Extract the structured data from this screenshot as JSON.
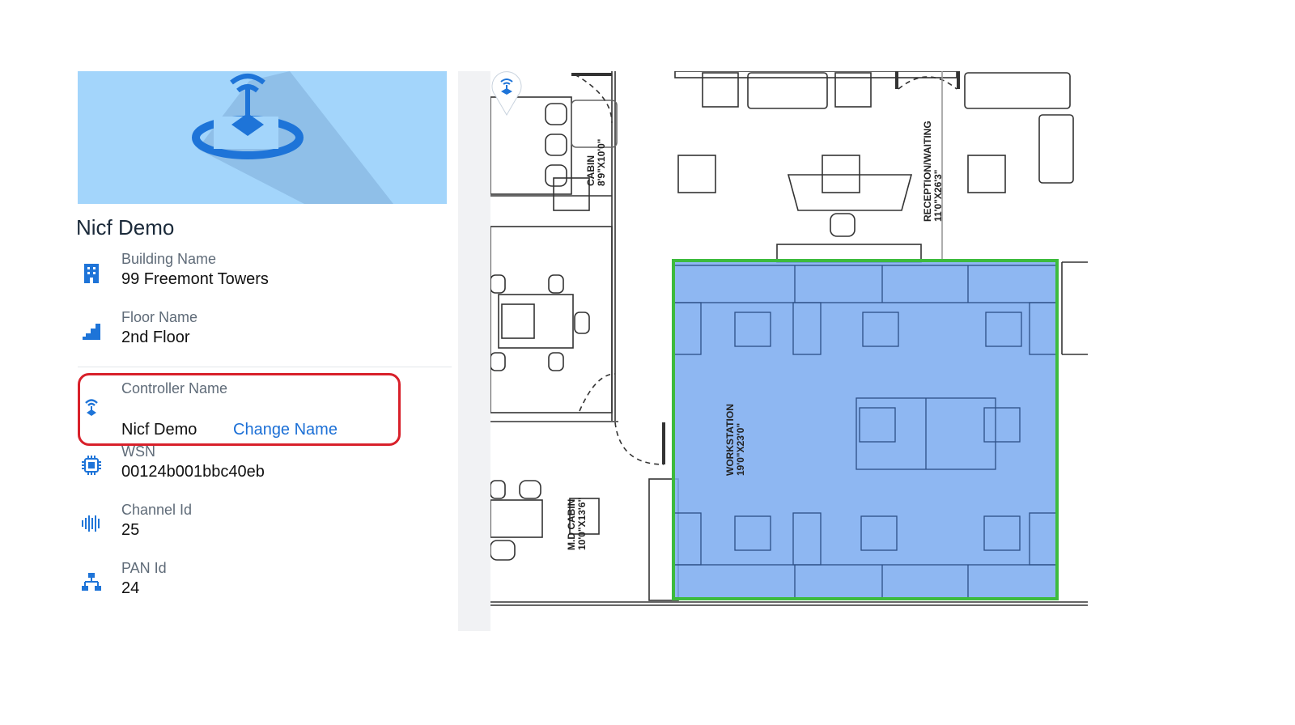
{
  "controller_card": {
    "title": "Nicf Demo",
    "building": {
      "label": "Building Name",
      "value": "99 Freemont Towers",
      "icon": "building-icon"
    },
    "floor": {
      "label": "Floor Name",
      "value": "2nd Floor",
      "icon": "stairs-icon"
    },
    "controller": {
      "label": "Controller Name",
      "value": "Nicf Demo",
      "action": "Change Name",
      "icon": "wifi-router-icon"
    },
    "wsn": {
      "label": "WSN",
      "value": "00124b001bbc40eb",
      "icon": "chip-icon"
    },
    "channel": {
      "label": "Channel Id",
      "value": "25",
      "icon": "signal-bars-icon"
    },
    "pan": {
      "label": "PAN Id",
      "value": "24",
      "icon": "network-icon"
    }
  },
  "floor_plan": {
    "rooms": {
      "cabin": "CABIN\n8'9\"X10'0\"",
      "reception": "RECEPTION/WAITING\n11'0\"X26'3\"",
      "workstation": "WORKSTATION\n19'0\"X23'0\"",
      "md_cabin": "M.D CABIN\n10'0\"X13'6\""
    },
    "colors": {
      "zone_fill": "#7aaaf0",
      "zone_border": "#3dbb3d",
      "accent": "#1b6fd6",
      "highlight": "#d8202a"
    }
  }
}
